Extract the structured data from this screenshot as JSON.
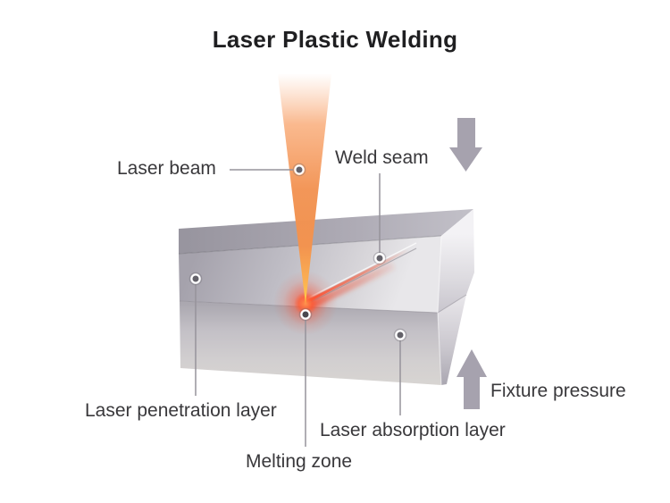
{
  "title": "Laser Plastic Welding",
  "labels": {
    "laser_beam": "Laser beam",
    "weld_seam": "Weld seam",
    "fixture_pressure": "Fixture pressure",
    "laser_penetration_layer": "Laser penetration layer",
    "laser_absorption_layer": "Laser absorption layer",
    "melting_zone": "Melting zone"
  },
  "colors": {
    "background": "#ffffff",
    "title_text": "#1f1f21",
    "label_text": "#39383b",
    "leader_line": "#96939b",
    "leader_dot": "#64626a",
    "arrow_gray": "#a6a2ae",
    "laser_orange": "#f29350",
    "laser_yellow": "#ffd245",
    "weld_red": "#f05032",
    "block_dark_gray": "#9a97a2",
    "block_light_gray": "#e9e7eb"
  }
}
